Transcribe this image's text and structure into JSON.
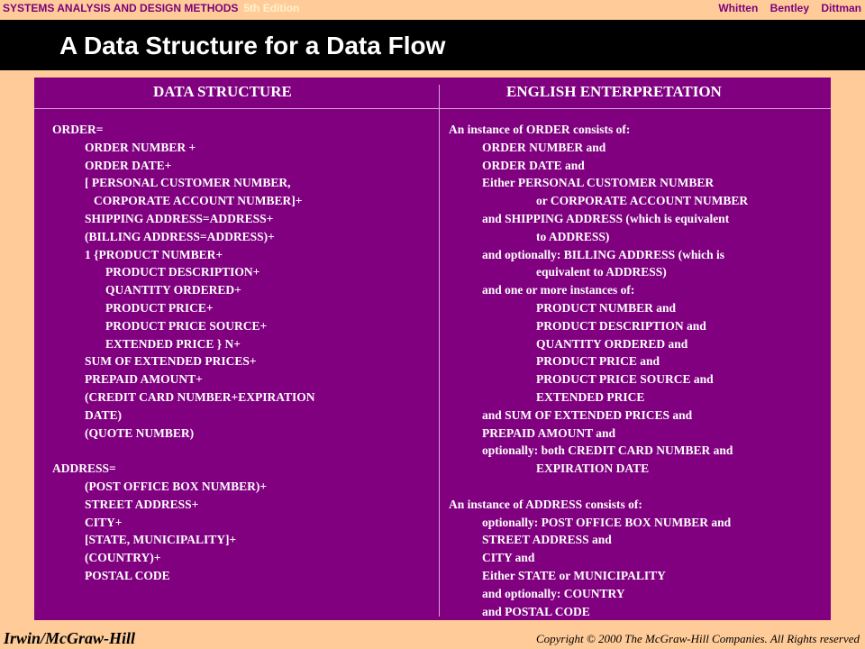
{
  "header": {
    "book_title": "SYSTEMS ANALYSIS AND DESIGN METHODS",
    "edition": "5th Edition",
    "authors": "Whitten Bentley Dittman"
  },
  "slide": {
    "title": "A Data Structure for a Data Flow"
  },
  "table": {
    "col_left_heading": "DATA STRUCTURE",
    "col_right_heading": "ENGLISH ENTERPRETATION",
    "left_lines": [
      {
        "text": "ORDER=",
        "indent": 0
      },
      {
        "text": "ORDER NUMBER +",
        "indent": 1
      },
      {
        "text": "ORDER DATE+",
        "indent": 1
      },
      {
        "text": "[ PERSONAL CUSTOMER NUMBER,",
        "indent": 1
      },
      {
        "text": "CORPORATE ACCOUNT NUMBER]+",
        "indent": 1.5
      },
      {
        "text": "SHIPPING ADDRESS=ADDRESS+",
        "indent": 1
      },
      {
        "text": "(BILLING ADDRESS=ADDRESS)+",
        "indent": 1
      },
      {
        "text": "1 {PRODUCT NUMBER+",
        "indent": 1
      },
      {
        "text": "PRODUCT DESCRIPTION+",
        "indent": 2
      },
      {
        "text": "QUANTITY ORDERED+",
        "indent": 2
      },
      {
        "text": "PRODUCT PRICE+",
        "indent": 2
      },
      {
        "text": "PRODUCT PRICE SOURCE+",
        "indent": 2
      },
      {
        "text": "EXTENDED PRICE } N+",
        "indent": 2
      },
      {
        "text": "SUM OF EXTENDED PRICES+",
        "indent": 1
      },
      {
        "text": "PREPAID AMOUNT+",
        "indent": 1
      },
      {
        "text": "(CREDIT CARD NUMBER+EXPIRATION",
        "indent": 1
      },
      {
        "text": "DATE)",
        "indent": 1
      },
      {
        "text": "(QUOTE NUMBER)",
        "indent": 1
      },
      {
        "text": "",
        "indent": 0
      },
      {
        "text": "ADDRESS=",
        "indent": 0
      },
      {
        "text": "(POST OFFICE BOX NUMBER)+",
        "indent": 1
      },
      {
        "text": "STREET ADDRESS+",
        "indent": 1
      },
      {
        "text": "CITY+",
        "indent": 1
      },
      {
        "text": "[STATE, MUNICIPALITY]+",
        "indent": 1
      },
      {
        "text": "(COUNTRY)+",
        "indent": 1
      },
      {
        "text": "POSTAL CODE",
        "indent": 1
      }
    ],
    "right_lines": [
      {
        "text": "An instance of ORDER consists of:",
        "indent": 0
      },
      {
        "text": "ORDER NUMBER and",
        "indent": 1
      },
      {
        "text": "ORDER DATE and",
        "indent": 1
      },
      {
        "text": "Either PERSONAL CUSTOMER NUMBER",
        "indent": 1
      },
      {
        "text": "or CORPORATE ACCOUNT NUMBER",
        "indent": 2
      },
      {
        "text": "and SHIPPING ADDRESS (which is equivalent",
        "indent": 1
      },
      {
        "text": "to ADDRESS)",
        "indent": 2
      },
      {
        "text": "and optionally: BILLING ADDRESS (which is",
        "indent": 1
      },
      {
        "text": "equivalent to ADDRESS)",
        "indent": 2
      },
      {
        "text": "and one or more instances of:",
        "indent": 1
      },
      {
        "text": "PRODUCT NUMBER and",
        "indent": 2
      },
      {
        "text": "PRODUCT DESCRIPTION and",
        "indent": 2
      },
      {
        "text": "QUANTITY ORDERED and",
        "indent": 2
      },
      {
        "text": "PRODUCT PRICE and",
        "indent": 2
      },
      {
        "text": "PRODUCT PRICE SOURCE and",
        "indent": 2
      },
      {
        "text": "EXTENDED PRICE",
        "indent": 2
      },
      {
        "text": "and SUM OF EXTENDED PRICES and",
        "indent": 1
      },
      {
        "text": "PREPAID AMOUNT and",
        "indent": 1
      },
      {
        "text": "optionally: both CREDIT CARD NUMBER and",
        "indent": 1
      },
      {
        "text": "EXPIRATION DATE",
        "indent": 2
      },
      {
        "text": "",
        "indent": 0
      },
      {
        "text": "An instance of ADDRESS consists of:",
        "indent": 0
      },
      {
        "text": "optionally: POST OFFICE BOX NUMBER and",
        "indent": 1
      },
      {
        "text": "STREET ADDRESS and",
        "indent": 1
      },
      {
        "text": "CITY and",
        "indent": 1
      },
      {
        "text": "Either STATE or MUNICIPALITY",
        "indent": 1
      },
      {
        "text": "and optionally: COUNTRY",
        "indent": 1
      },
      {
        "text": "and POSTAL CODE",
        "indent": 1
      }
    ]
  },
  "footer": {
    "publisher": "Irwin/McGraw-Hill",
    "copyright": "Copyright © 2000 The McGraw-Hill Companies. All Rights reserved"
  },
  "colors": {
    "background": "#FFCC99",
    "panel": "#800080",
    "title_bar": "#000000",
    "header_text": "#7B007B"
  }
}
